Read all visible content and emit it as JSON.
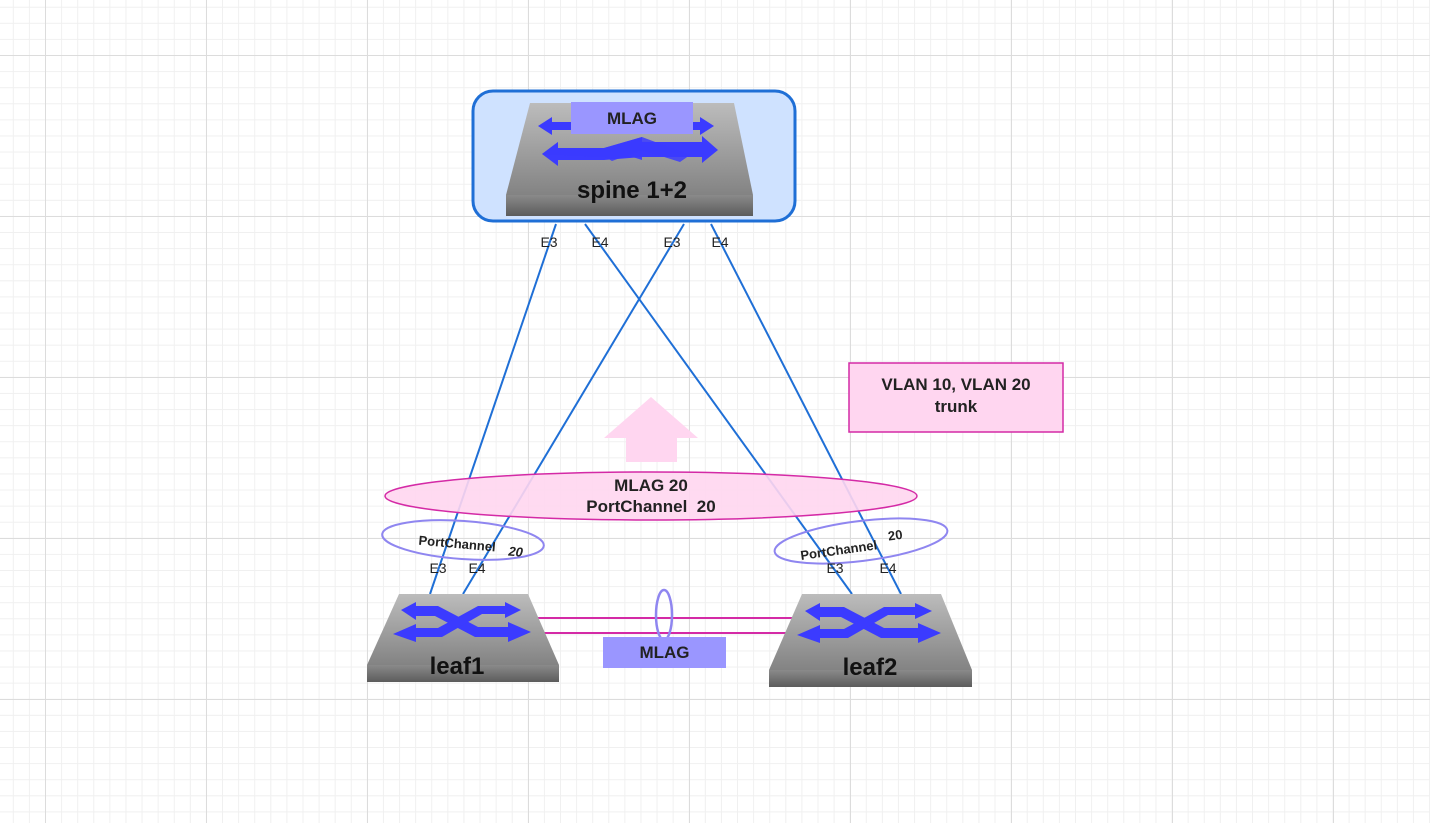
{
  "diagram": {
    "spine": {
      "name": "spine 1+2",
      "badge": "MLAG"
    },
    "leaf1": {
      "name": "leaf1"
    },
    "leaf2": {
      "name": "leaf2"
    },
    "peer_link": {
      "label": "MLAG"
    },
    "spine_ports": {
      "p1": "E3",
      "p2": "E4",
      "p3": "E3",
      "p4": "E4"
    },
    "leaf1_ports": {
      "p1": "E3",
      "p2": "E4"
    },
    "leaf2_ports": {
      "p1": "E3",
      "p2": "E4"
    },
    "mlag_channel": {
      "line1": "MLAG 20",
      "line2": "PortChannel  20"
    },
    "leaf1_channel": {
      "word": "PortChannel",
      "number": "20"
    },
    "leaf2_channel": {
      "word": "PortChannel",
      "number": "20"
    },
    "vlan_note": {
      "line1": "VLAN 10, VLAN 20",
      "line2": "trunk"
    },
    "colors": {
      "link": "#1f6fd6",
      "spine_group_fill": "#cfe2ff",
      "spine_group_stroke": "#1f6fd6",
      "mlag_badge": "#9a96ff",
      "arrow": "#3b3bff",
      "pink_fill": "#ffd6f0",
      "pink_stroke": "#d42aa6",
      "portchannel_stroke": "#8f86f0"
    }
  }
}
